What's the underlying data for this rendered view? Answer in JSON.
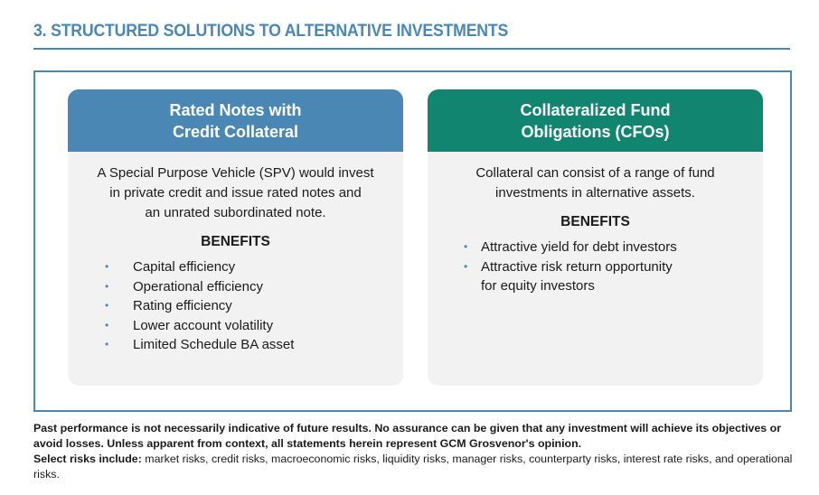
{
  "page": {
    "title": "3. STRUCTURED SOLUTIONS TO ALTERNATIVE INVESTMENTS"
  },
  "colors": {
    "accent_blue": "#4a87b5",
    "accent_green": "#128570",
    "card_background": "#f2f2f2"
  },
  "cards": [
    {
      "title_line1": "Rated Notes with",
      "title_line2": "Credit Collateral",
      "description": "A Special Purpose Vehicle (SPV) would invest in private credit and issue rated notes and an unrated subordinated note.",
      "desc_lines": [
        "A Special Purpose Vehicle (SPV) would invest",
        "in private credit and issue rated notes and",
        "an unrated subordinated note."
      ],
      "benefits_heading": "BENEFITS",
      "benefits": [
        "Capital efficiency",
        "Operational efficiency",
        "Rating efficiency",
        "Lower account volatility",
        "Limited Schedule BA asset"
      ]
    },
    {
      "title_line1": "Collateralized Fund",
      "title_line2": "Obligations (CFOs)",
      "desc_lines": [
        "Collateral can consist of a range of fund",
        "investments in alternative assets."
      ],
      "benefits_heading": "BENEFITS",
      "benefits": [
        "Attractive yield for debt investors",
        "Attractive risk return opportunity",
        "for equity investors"
      ]
    }
  ],
  "bullet_glyph": "•",
  "disclaimer": {
    "bold_text": "Past performance is not necessarily indicative of future results. No assurance can be given that any investment will achieve its objectives or avoid losses. Unless apparent from context, all statements herein represent GCM Grosvenor's opinion.",
    "risks_label": "Select risks include:",
    "risks_text": " market risks, credit risks, macroeconomic risks, liquidity risks, manager risks, counterparty risks, interest rate risks, and operational risks."
  }
}
